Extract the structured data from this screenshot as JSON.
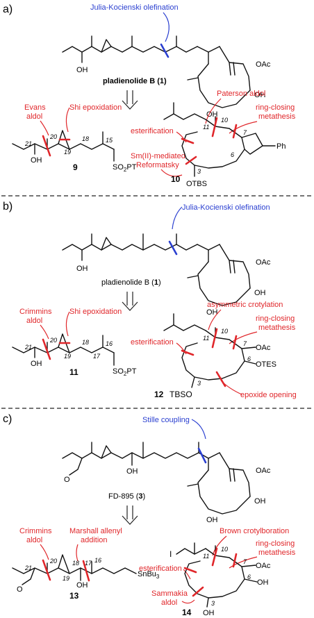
{
  "colors": {
    "red": "#e0262a",
    "blue": "#2a3fd0",
    "ink": "#111111"
  },
  "panels": {
    "a": {
      "label": "a)",
      "top_annotation": "Julia-Kocienski olefination",
      "target_name": "pladienolide B (",
      "target_num": "1",
      "target_close": ")",
      "fragment_left_num": "9",
      "fragment_right_num": "10",
      "left_labels": {
        "evans_1": "Evans",
        "evans_2": "aldol",
        "shi": "Shi epoxidation"
      },
      "right_labels": {
        "paterson": "Paterson aldol",
        "rcm_1": "ring-closing",
        "rcm_2": "metathesis",
        "ester": "esterification",
        "sm_1": "Sm(II)-mediated",
        "sm_2": "Reformatsky"
      },
      "atoms": {
        "oh_top": "OH",
        "oac": "OAc",
        "oh_right": "OH",
        "oh_bottom": "OH",
        "so2pt": "SO",
        "so2pt_sub": "2",
        "so2pt_tail": "PT",
        "otbs": "OTBS",
        "ph": "Ph",
        "n21": "21",
        "n20": "20",
        "n19": "19",
        "n18": "18",
        "n15": "15",
        "n11": "11",
        "n10": "10",
        "n7": "7",
        "n6": "6",
        "n3": "3"
      }
    },
    "b": {
      "label": "b)",
      "top_annotation": "Julia-Kocienski olefination",
      "target_name": "pladienolide B (",
      "target_num": "1",
      "target_close": ")",
      "fragment_left_num": "11",
      "fragment_right_num": "12",
      "left_labels": {
        "crimmins_1": "Crimmins",
        "crimmins_2": "aldol",
        "shi": "Shi epoxidation"
      },
      "right_labels": {
        "crotyl": "asymmetric crotylation",
        "rcm_1": "ring-closing",
        "rcm_2": "metathesis",
        "ester": "esterification",
        "epox": "epoxide opening"
      },
      "atoms": {
        "oh_top": "OH",
        "oac": "OAc",
        "oh_right": "OH",
        "oh_bottom": "OH",
        "so2pt": "SO",
        "so2pt_sub": "2",
        "so2pt_tail": "PT",
        "oac2": "OAc",
        "otes": "OTES",
        "tbso": "TBSO",
        "n21": "21",
        "n20": "20",
        "n19": "19",
        "n18": "18",
        "n17": "17",
        "n16": "16",
        "n11": "11",
        "n10": "10",
        "n7": "7",
        "n6": "6",
        "n3": "3"
      }
    },
    "c": {
      "label": "c)",
      "top_annotation": "Stille coupling",
      "target_name": "FD-895 (",
      "target_num": "3",
      "target_close": ")",
      "fragment_left_num": "13",
      "fragment_right_num": "14",
      "left_labels": {
        "crimmins_1": "Crimmins",
        "crimmins_2": "aldol",
        "marshall_1": "Marshall allenyl",
        "marshall_2": "addition"
      },
      "right_labels": {
        "brown": "Brown crotylboration",
        "rcm_1": "ring-closing",
        "rcm_2": "metathesis",
        "ester": "esterification",
        "samm_1": "Sammakia",
        "samm_2": "aldol"
      },
      "atoms": {
        "ome": "O",
        "oh_top": "OH",
        "oac": "OAc",
        "oh_right": "OH",
        "oh_bottom": "OH",
        "snbu": "SnBu",
        "snbu_sub": "3",
        "oh_frag": "OH",
        "iodo": "I",
        "oac2": "OAc",
        "oh6": "OH",
        "oh3": "OH",
        "n21": "21",
        "n20": "20",
        "n19": "19",
        "n18": "18",
        "n17": "17",
        "n16": "16",
        "n11": "11",
        "n10": "10",
        "n7": "7",
        "n6": "6",
        "n3": "3"
      }
    }
  }
}
